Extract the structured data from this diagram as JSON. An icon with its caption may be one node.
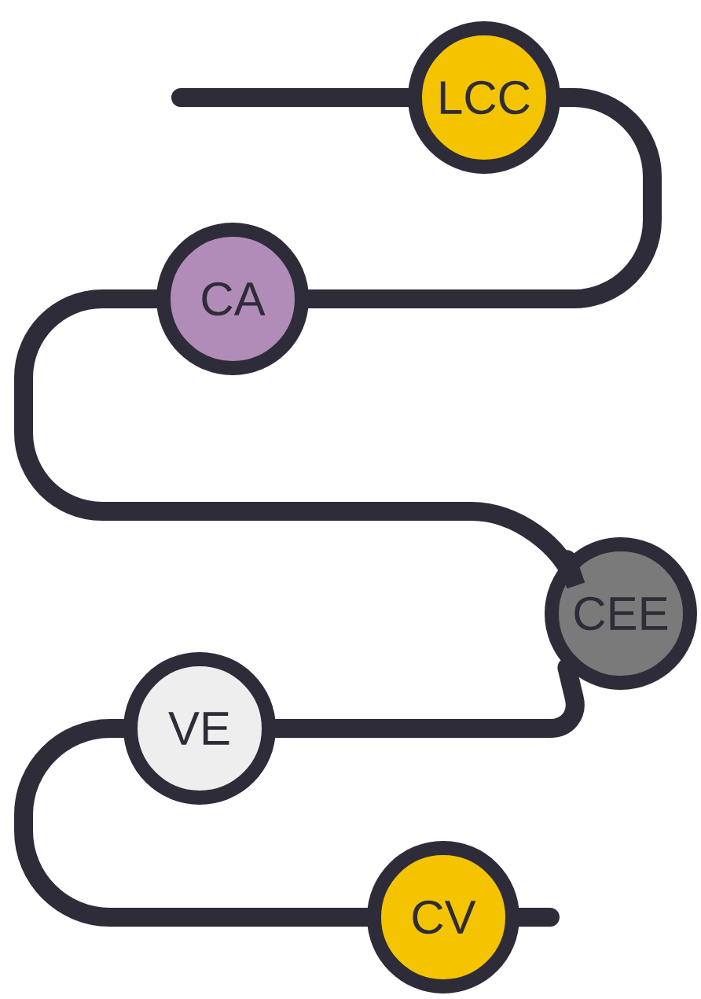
{
  "diagram": {
    "nodes": [
      {
        "text": [
          "LCC"
        ]
      },
      {
        "text": [
          "CA"
        ]
      },
      {
        "text": [
          "CEE"
        ]
      },
      {
        "text": [
          "VE"
        ]
      },
      {
        "text": [
          "CV"
        ]
      }
    ],
    "edges": [
      {
        "from": null,
        "to": 0,
        "arrow": "none"
      },
      {
        "from": 0,
        "to": 1,
        "arrow": "none"
      },
      {
        "from": 1,
        "to": 2,
        "arrow": "none"
      },
      {
        "from": 2,
        "to": 3,
        "arrow": "none"
      },
      {
        "from": 3,
        "to": 4,
        "arrow": "none"
      },
      {
        "from": 4,
        "to": null,
        "arrow": "none"
      }
    ]
  }
}
